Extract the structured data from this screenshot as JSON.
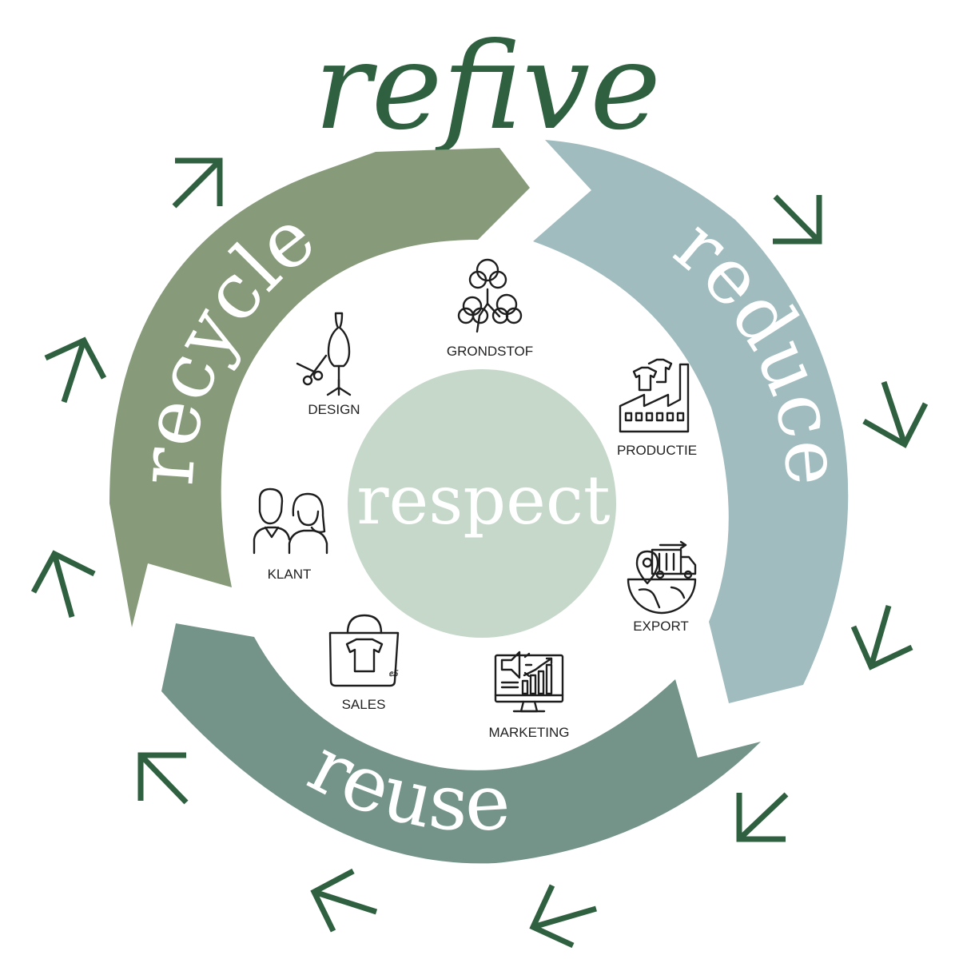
{
  "title": "refive",
  "center_label": "respect",
  "segments": {
    "recycle": "recycle",
    "reduce": "reduce",
    "reuse": "reuse"
  },
  "stages": {
    "grondstof": "GRONDSTOF",
    "productie": "PRODUCTIE",
    "export": "EXPORT",
    "marketing": "MARKETING",
    "sales": "SALES",
    "klant": "KLANT",
    "design": "DESIGN"
  },
  "colors": {
    "title": "#2f6140",
    "outer_arrows": "#2f6140",
    "recycle": "#879b7b",
    "reduce": "#a0bcbe",
    "reuse": "#74948a",
    "center": "#c6d8ca",
    "text_light": "#ffffff",
    "label_dark": "#222222"
  },
  "icons": {
    "grondstof": "cotton-plant-icon",
    "productie": "factory-icon",
    "export": "globe-truck-icon",
    "marketing": "monitor-megaphone-icon",
    "sales": "shopping-bag-icon",
    "klant": "couple-icon",
    "design": "dress-form-scissors-icon"
  }
}
